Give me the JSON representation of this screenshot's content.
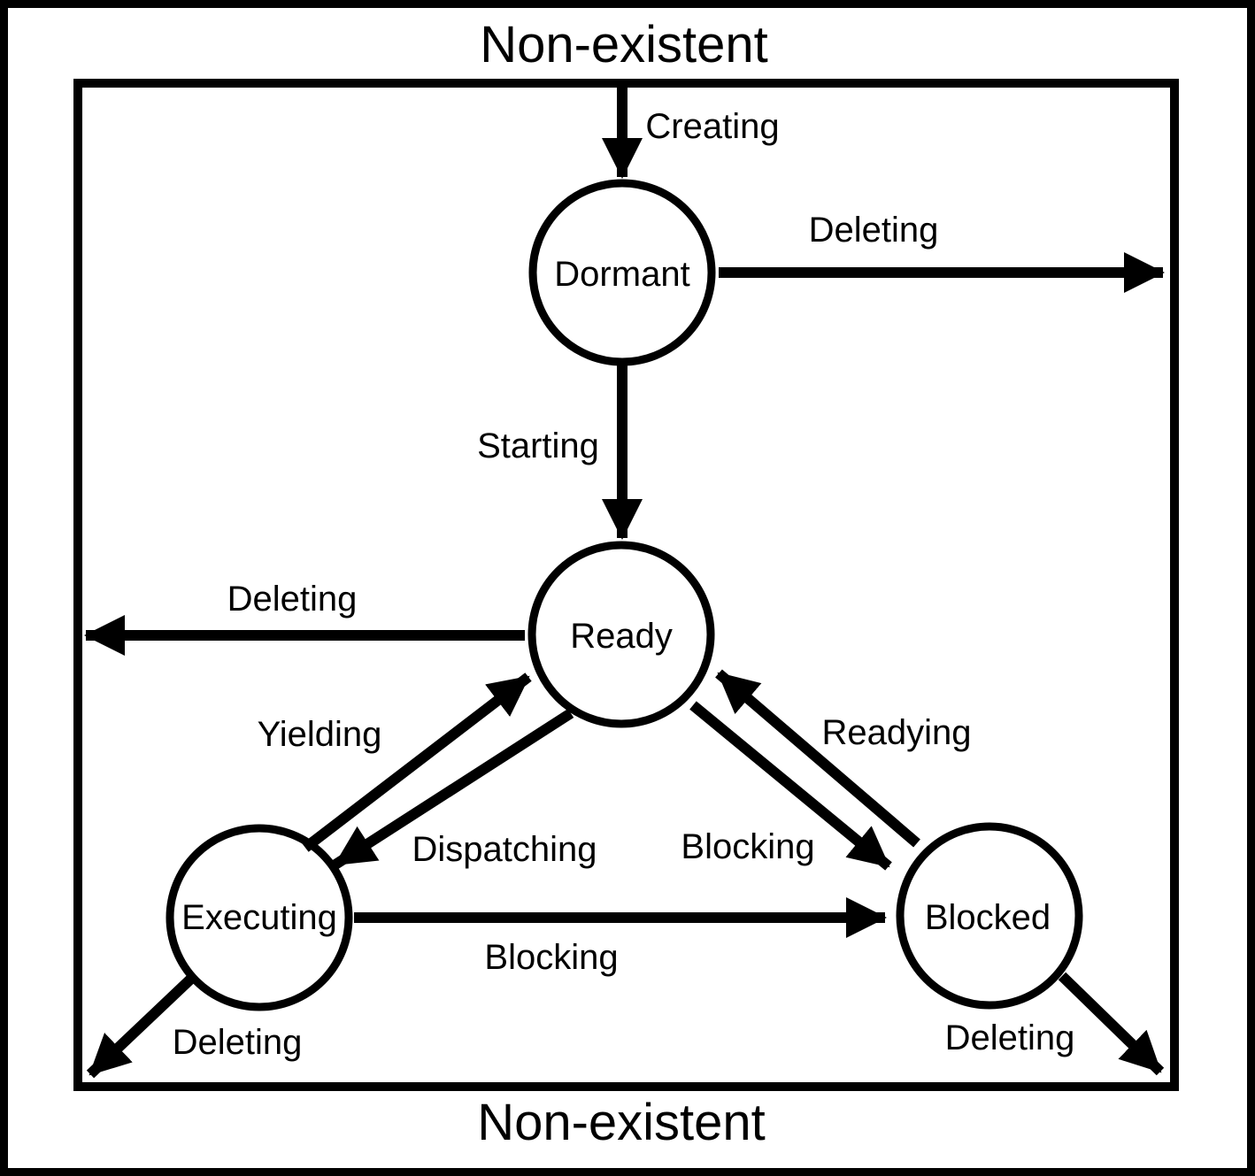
{
  "diagram": {
    "background": "#ffffff",
    "line_color": "#000000",
    "outer_label_top": "Non-existent",
    "outer_label_bottom": "Non-existent",
    "states": [
      {
        "id": "dormant",
        "label": "Dormant"
      },
      {
        "id": "ready",
        "label": "Ready"
      },
      {
        "id": "executing",
        "label": "Executing"
      },
      {
        "id": "blocked",
        "label": "Blocked"
      }
    ],
    "transitions": [
      {
        "id": "creating",
        "label": "Creating",
        "from": "non-existent",
        "to": "dormant"
      },
      {
        "id": "deleting-from-dormant",
        "label": "Deleting",
        "from": "dormant",
        "to": "non-existent"
      },
      {
        "id": "starting",
        "label": "Starting",
        "from": "dormant",
        "to": "ready"
      },
      {
        "id": "deleting-from-ready",
        "label": "Deleting",
        "from": "ready",
        "to": "non-existent"
      },
      {
        "id": "yielding",
        "label": "Yielding",
        "from": "executing",
        "to": "ready"
      },
      {
        "id": "dispatching",
        "label": "Dispatching",
        "from": "ready",
        "to": "executing"
      },
      {
        "id": "readying",
        "label": "Readying",
        "from": "blocked",
        "to": "ready"
      },
      {
        "id": "blocking-diagonal",
        "label": "Blocking",
        "from": "ready",
        "to": "blocked"
      },
      {
        "id": "blocking-horizontal",
        "label": "Blocking",
        "from": "executing",
        "to": "blocked"
      },
      {
        "id": "deleting-from-executing",
        "label": "Deleting",
        "from": "executing",
        "to": "non-existent"
      },
      {
        "id": "deleting-from-blocked",
        "label": "Deleting",
        "from": "blocked",
        "to": "non-existent"
      }
    ]
  }
}
